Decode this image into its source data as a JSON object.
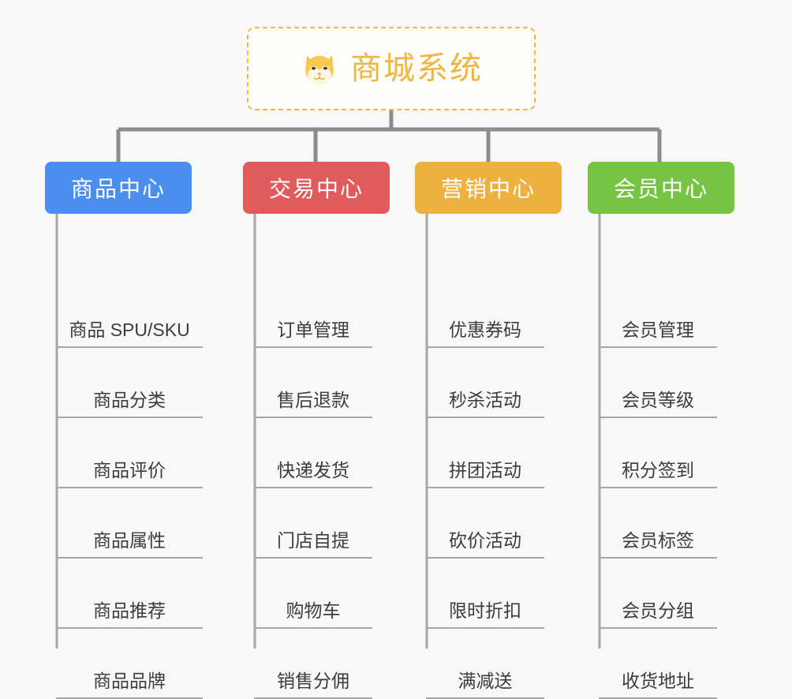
{
  "background_color": "#f8f8f8",
  "root": {
    "icon": "shiba-dog-face-icon",
    "title": "商城系统",
    "color": "#efb53f",
    "border_color": "#f0b840",
    "border_style": "dashed"
  },
  "connector_color": "#8c8c8c",
  "columns": [
    {
      "title": "商品中心",
      "color": "#4a8ef0",
      "items": [
        "商品 SPU/SKU",
        "商品分类",
        "商品评价",
        "商品属性",
        "商品推荐",
        "商品品牌"
      ]
    },
    {
      "title": "交易中心",
      "color": "#e05c5c",
      "items": [
        "订单管理",
        "售后退款",
        "快递发货",
        "门店自提",
        "购物车",
        "销售分佣"
      ]
    },
    {
      "title": "营销中心",
      "color": "#eeb03f",
      "items": [
        "优惠券码",
        "秒杀活动",
        "拼团活动",
        "砍价活动",
        "限时折扣",
        "满减送"
      ]
    },
    {
      "title": "会员中心",
      "color": "#77c344",
      "items": [
        "会员管理",
        "会员等级",
        "积分签到",
        "会员标签",
        "会员分组",
        "收货地址"
      ]
    }
  ]
}
